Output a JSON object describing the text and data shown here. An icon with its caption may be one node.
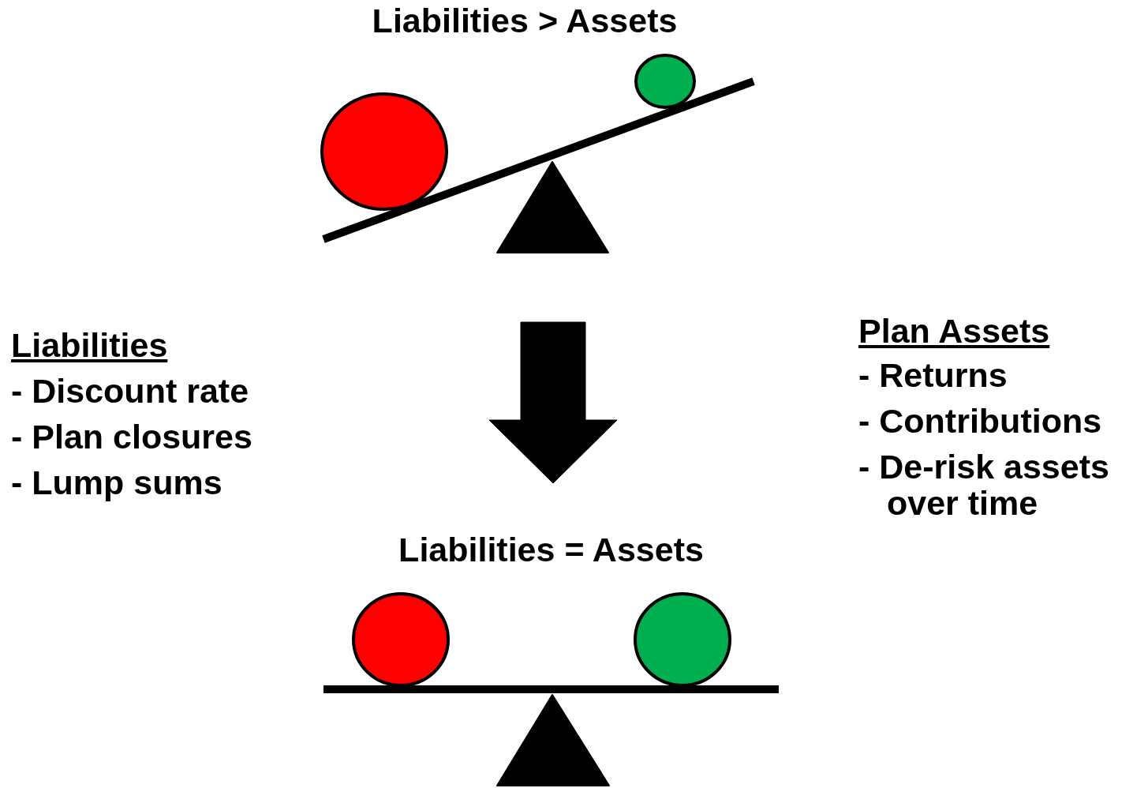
{
  "diagram": {
    "nodes": [
      {
        "text": [
          "Liabilities > Assets"
        ]
      },
      {
        "text": [
          "Liabilities = Assets"
        ]
      }
    ],
    "edges": [
      {
        "from": 0,
        "to": 1,
        "arrow": "to",
        "style": "thick"
      }
    ],
    "labels": [
      "Liabilities",
      "- Discount rate",
      "- Plan closures",
      "- Lump sums",
      "Plan Assets",
      "- Returns",
      "- Contributions",
      "- De-risk assets over time"
    ]
  }
}
